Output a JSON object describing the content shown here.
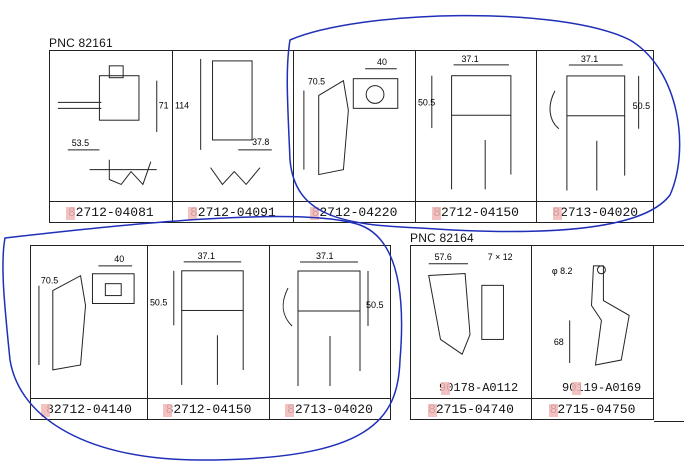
{
  "sections": [
    {
      "pnc": "PNC 82161",
      "parts": [
        {
          "pn": "82712-04081",
          "dims": [
            "71",
            "53.5"
          ]
        },
        {
          "pn": "82712-04091",
          "dims": [
            "114",
            "37.8"
          ]
        },
        {
          "pn": "82712-04220",
          "dims": [
            "70.5",
            "40"
          ]
        },
        {
          "pn": "82712-04150",
          "dims": [
            "37.1",
            "50.5"
          ]
        },
        {
          "pn": "82713-04020",
          "dims": [
            "37.1",
            "50.5"
          ]
        }
      ]
    },
    {
      "pnc": "",
      "parts": [
        {
          "pn": "82712-04140",
          "dims": [
            "70.5",
            "40"
          ]
        },
        {
          "pn": "82712-04150",
          "dims": [
            "37.1",
            "50.5"
          ]
        },
        {
          "pn": "82713-04020",
          "dims": [
            "37.1",
            "50.5"
          ]
        }
      ]
    },
    {
      "pnc": "PNC 82164",
      "parts": [
        {
          "pn": "82715-04740",
          "dims": [
            "57.6",
            "7 × 12"
          ],
          "sub": "90178-A0112"
        },
        {
          "pn": "82715-04750",
          "dims": [
            "φ 8.2",
            "68"
          ],
          "sub": "90119-A0169"
        }
      ]
    }
  ],
  "colors": {
    "annotation": "#1f2fb8",
    "highlight": "#f3b7b7",
    "line": "#222222"
  }
}
